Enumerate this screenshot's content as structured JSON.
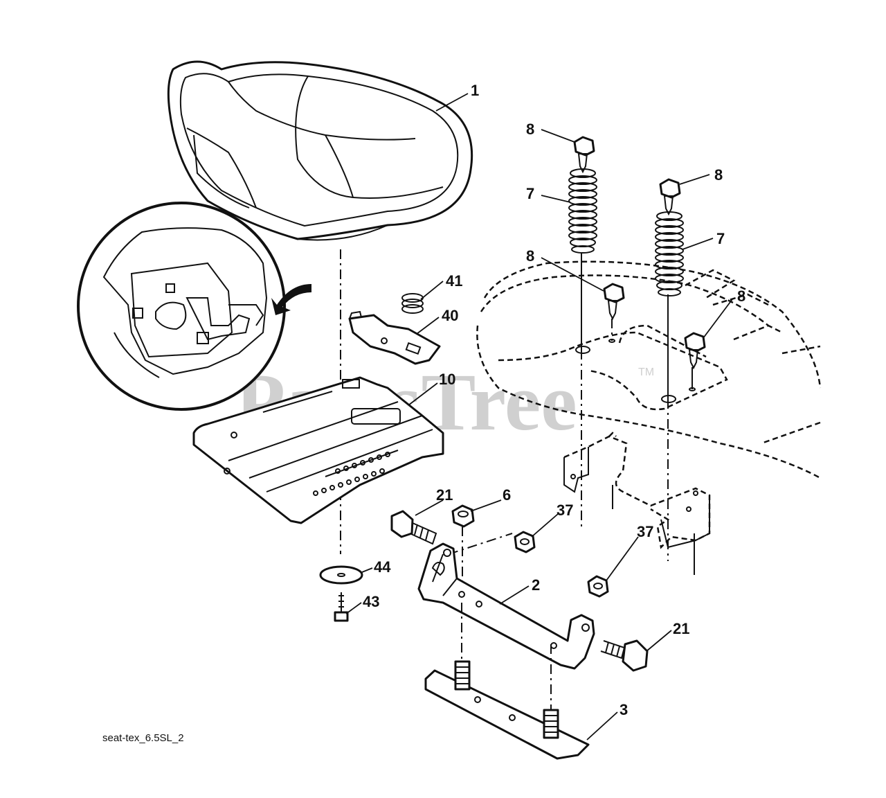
{
  "diagram": {
    "watermark": "PartsTree",
    "trademark": "TM",
    "caption": "seat-tex_6.5SL_2",
    "callouts": {
      "c1": "1",
      "c8a": "8",
      "c8b": "8",
      "c8c": "8",
      "c8d": "8",
      "c7a": "7",
      "c7b": "7",
      "c41": "41",
      "c40": "40",
      "c10": "10",
      "c21a": "21",
      "c6": "6",
      "c37a": "37",
      "c37b": "37",
      "c44": "44",
      "c43": "43",
      "c2": "2",
      "c21b": "21",
      "c3": "3"
    }
  }
}
